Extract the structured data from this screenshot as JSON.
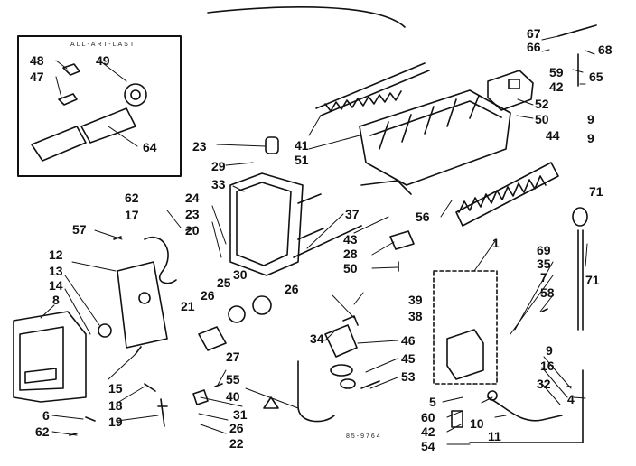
{
  "diagram": {
    "inset_caption": "ALL-ART-LAST",
    "code": "85-9764",
    "labels": [
      "48",
      "47",
      "49",
      "64",
      "23",
      "29",
      "33",
      "41",
      "51",
      "62",
      "17",
      "24",
      "23",
      "20",
      "57",
      "12",
      "13",
      "14",
      "8",
      "21",
      "26",
      "25",
      "30",
      "26",
      "37",
      "43",
      "28",
      "50",
      "56",
      "44",
      "1",
      "67",
      "66",
      "68",
      "59",
      "65",
      "42",
      "52",
      "50",
      "9",
      "9",
      "71",
      "69",
      "35",
      "7",
      "58",
      "71",
      "39",
      "38",
      "34",
      "46",
      "45",
      "53",
      "27",
      "55",
      "40",
      "31",
      "26",
      "22",
      "15",
      "18",
      "19",
      "6",
      "62",
      "5",
      "60",
      "42",
      "54",
      "10",
      "11",
      "9",
      "16",
      "32",
      "4"
    ]
  }
}
